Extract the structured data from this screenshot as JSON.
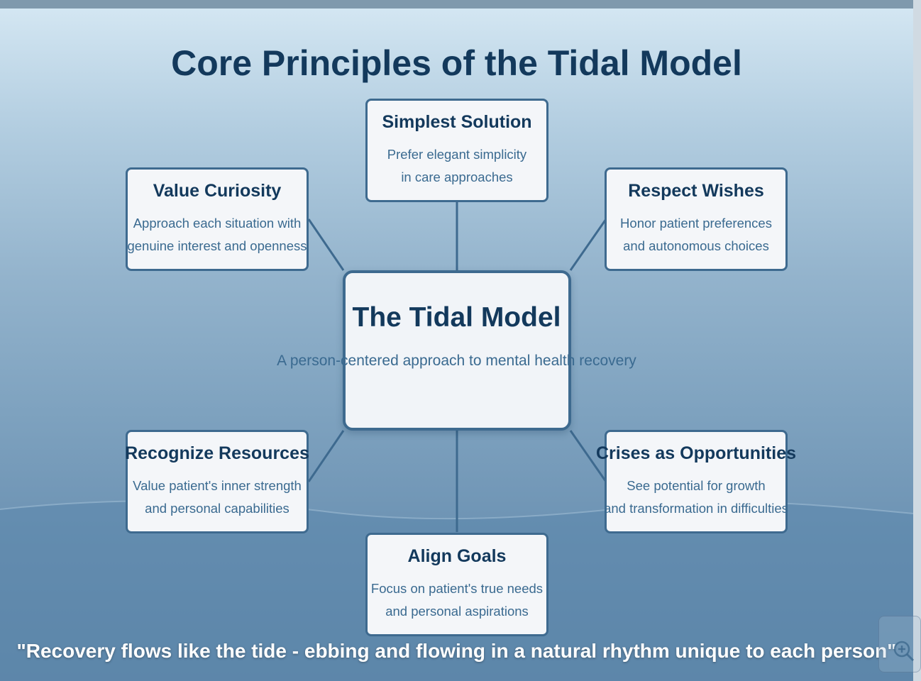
{
  "title": "Core Principles of the Tidal Model",
  "center": {
    "title": "The Tidal Model",
    "subtitle": "A person-centered approach to mental health recovery"
  },
  "principles": [
    {
      "id": "simplest",
      "title": "Simplest Solution",
      "desc": [
        "Prefer elegant simplicity",
        "in care approaches"
      ]
    },
    {
      "id": "curiosity",
      "title": "Value Curiosity",
      "desc": [
        "Approach each situation with",
        "genuine interest and openness"
      ]
    },
    {
      "id": "wishes",
      "title": "Respect Wishes",
      "desc": [
        "Honor patient preferences",
        "and autonomous choices"
      ]
    },
    {
      "id": "resources",
      "title": "Recognize Resources",
      "desc": [
        "Value patient's inner strength",
        "and personal capabilities"
      ]
    },
    {
      "id": "crises",
      "title": "Crises as Opportunities",
      "desc": [
        "See potential for growth",
        "and transformation in difficulties"
      ]
    },
    {
      "id": "goals",
      "title": "Align Goals",
      "desc": [
        "Focus on patient's true needs",
        "and personal aspirations"
      ]
    }
  ],
  "quote": "\"Recovery flows like the tide - ebbing and flowing in a natural rhythm unique to each person\"",
  "icons": {
    "zoom": "zoom-in-icon"
  },
  "colors": {
    "title": "#13395c",
    "border": "#3e6a8f",
    "description": "#3a6a90",
    "card_background": "#f4f6f9"
  }
}
